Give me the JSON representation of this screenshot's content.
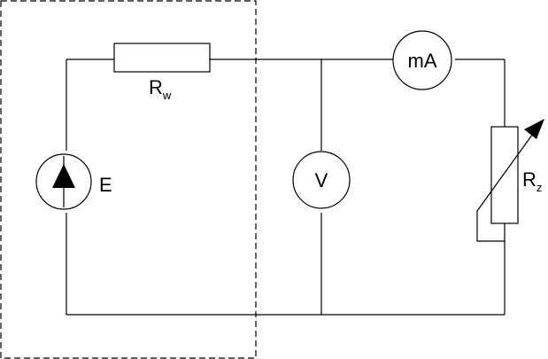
{
  "diagram": {
    "source": {
      "label": "E"
    },
    "internal_resistor": {
      "label": "R",
      "subscript": "w"
    },
    "voltmeter": {
      "label": "V"
    },
    "milliammeter": {
      "label": "mA"
    },
    "variable_resistor": {
      "label": "R",
      "subscript": "z"
    }
  }
}
